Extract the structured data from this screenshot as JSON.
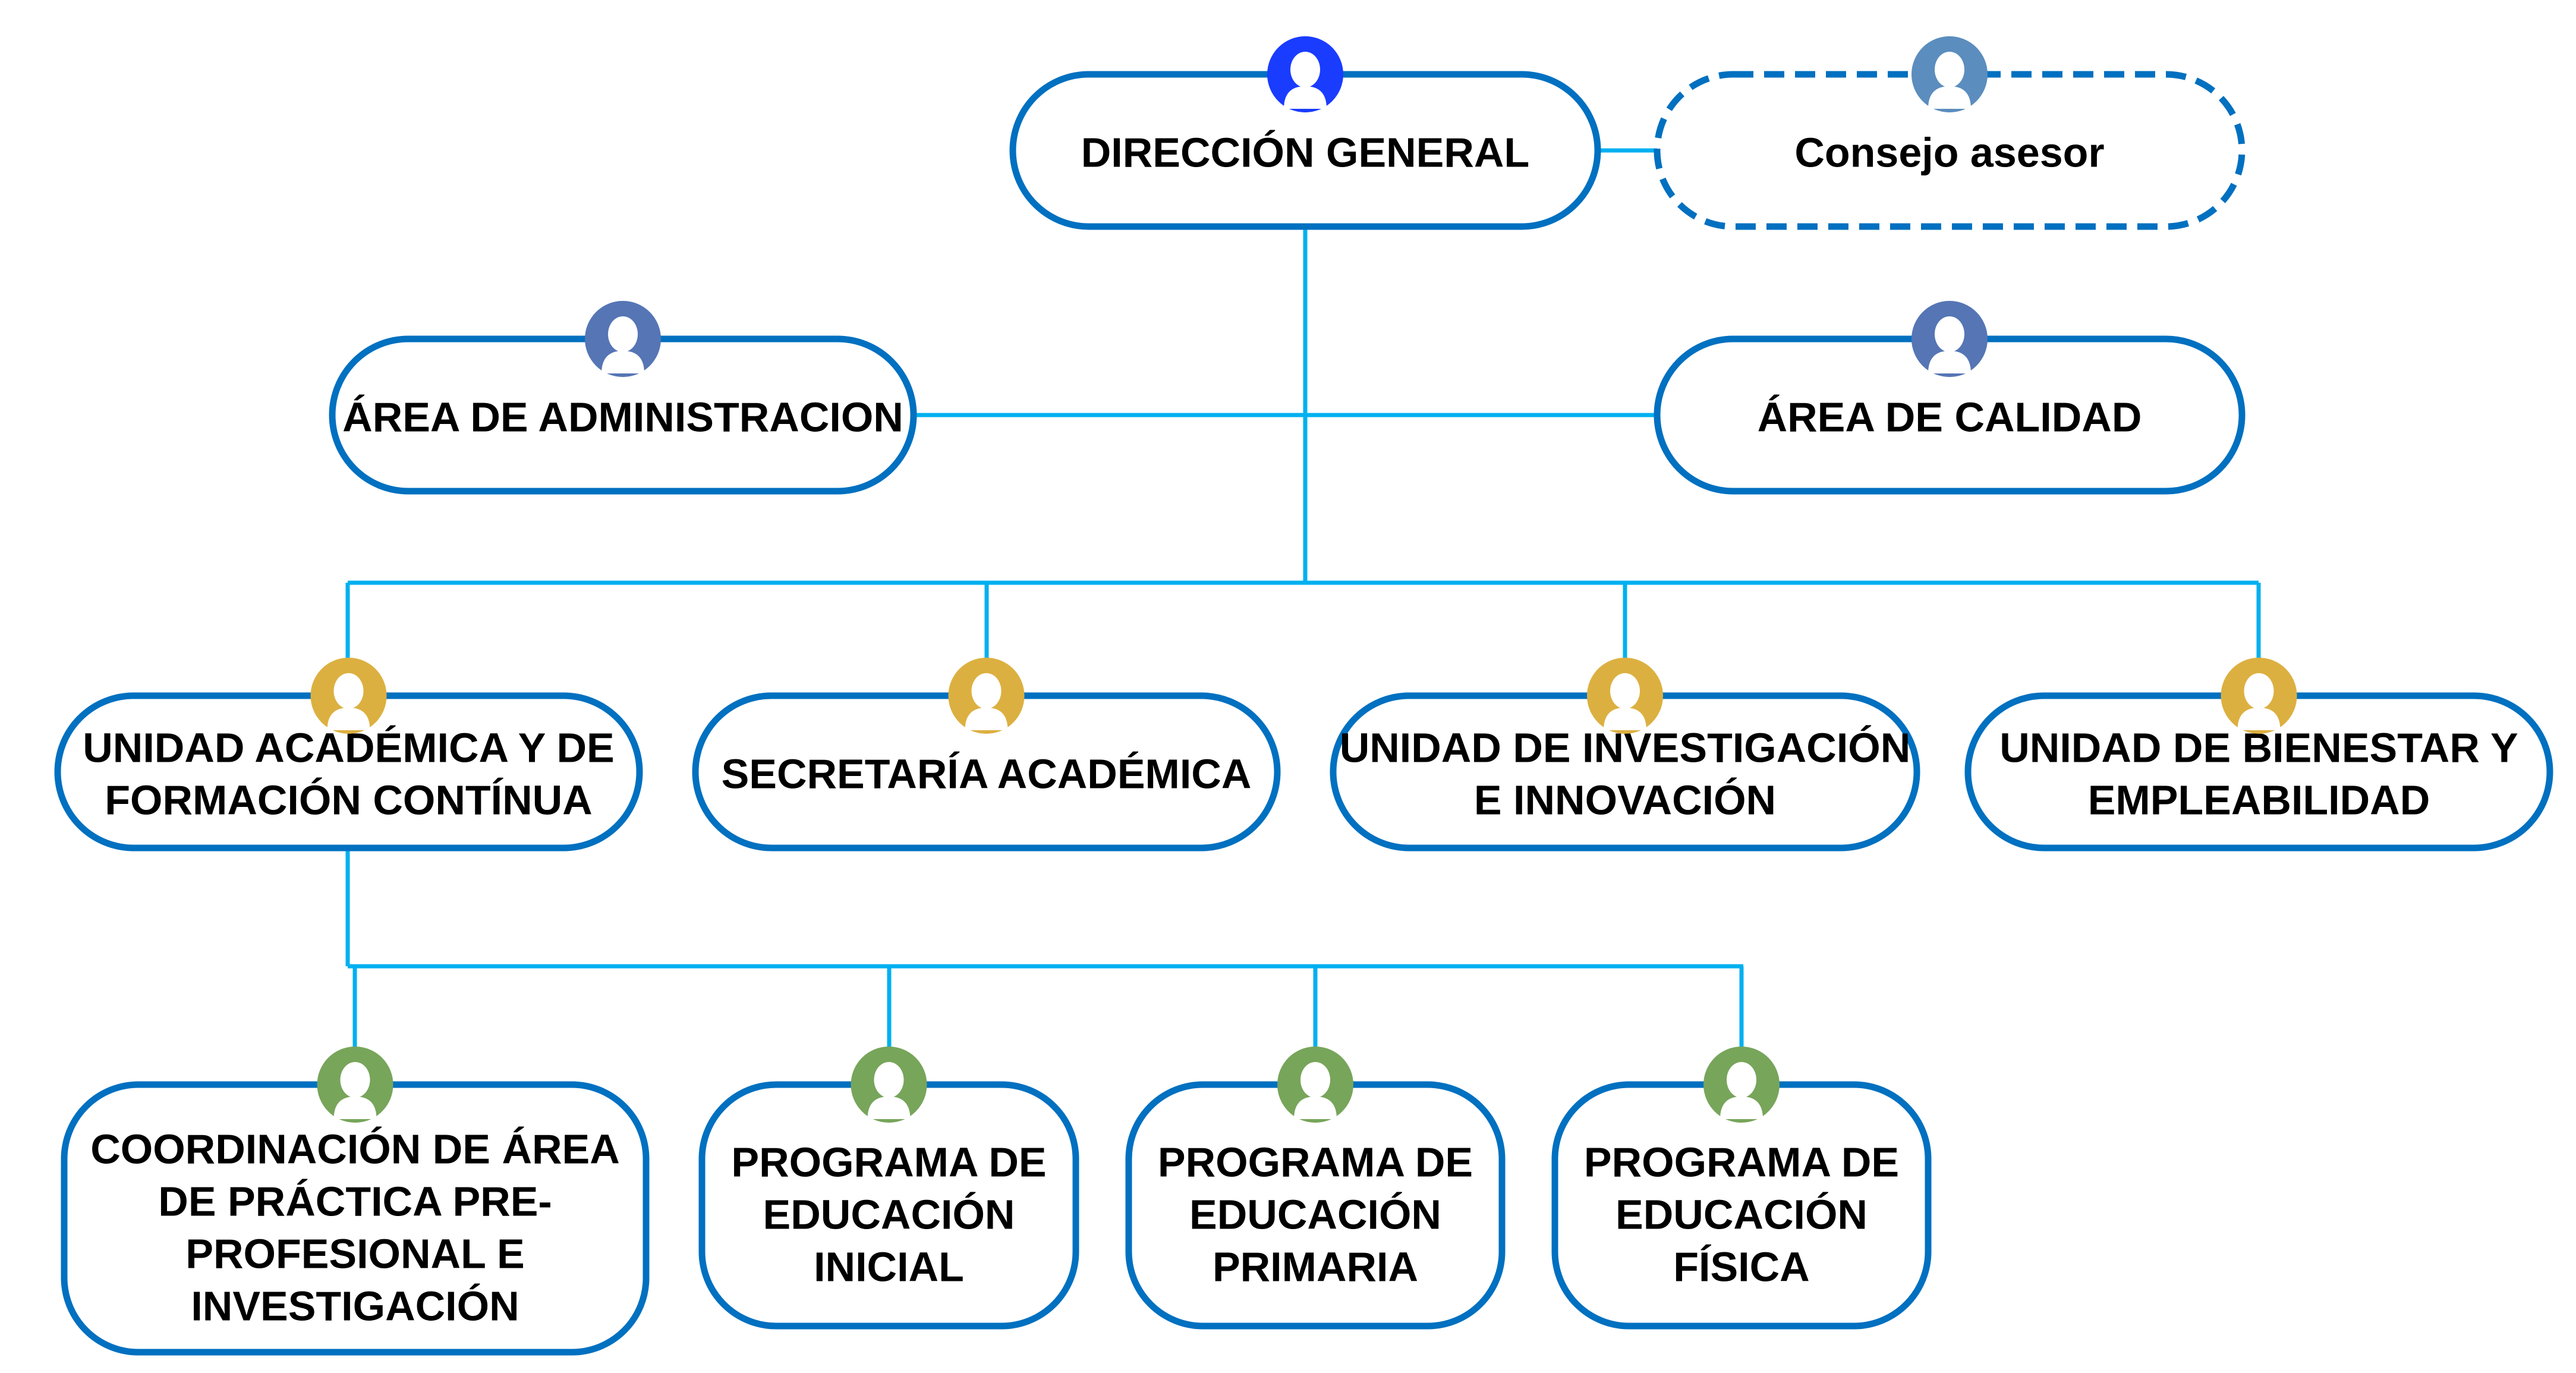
{
  "diagram": {
    "type": "org-chart",
    "colors": {
      "box_border": "#0070c0",
      "connector": "#00b0f0",
      "avatar_director": "#1a3cff",
      "avatar_council": "#5b8dbe",
      "avatar_area": "#5575b5",
      "avatar_unit": "#dcb040",
      "avatar_program": "#77a55a"
    },
    "nodes": [
      {
        "id": "direccion",
        "lines": [
          "DIRECCIÓN GENERAL"
        ],
        "level": "director",
        "parent": null
      },
      {
        "id": "consejo",
        "lines": [
          "Consejo asesor"
        ],
        "level": "council",
        "parent": "direccion",
        "style": "dashed"
      },
      {
        "id": "administracion",
        "lines": [
          "ÁREA DE ADMINISTRACION"
        ],
        "level": "area",
        "parent": "direccion"
      },
      {
        "id": "calidad",
        "lines": [
          "ÁREA DE CALIDAD"
        ],
        "level": "area",
        "parent": "direccion"
      },
      {
        "id": "academica",
        "lines": [
          "UNIDAD ACADÉMICA Y DE",
          "FORMACIÓN CONTÍNUA"
        ],
        "level": "unit",
        "parent": "direccion"
      },
      {
        "id": "secretaria",
        "lines": [
          "SECRETARÍA ACADÉMICA"
        ],
        "level": "unit",
        "parent": "direccion"
      },
      {
        "id": "investigacion",
        "lines": [
          "UNIDAD DE INVESTIGACIÓN",
          "E INNOVACIÓN"
        ],
        "level": "unit",
        "parent": "direccion"
      },
      {
        "id": "bienestar",
        "lines": [
          "UNIDAD DE BIENESTAR Y",
          "EMPLEABILIDAD"
        ],
        "level": "unit",
        "parent": "direccion"
      },
      {
        "id": "coordinacion",
        "lines": [
          "COORDINACIÓN DE ÁREA",
          "DE PRÁCTICA PRE-",
          "PROFESIONAL E",
          "INVESTIGACIÓN"
        ],
        "level": "program",
        "parent": "academica"
      },
      {
        "id": "inicial",
        "lines": [
          "PROGRAMA DE",
          "EDUCACIÓN",
          "INICIAL"
        ],
        "level": "program",
        "parent": "academica"
      },
      {
        "id": "primaria",
        "lines": [
          "PROGRAMA DE",
          "EDUCACIÓN",
          "PRIMARIA"
        ],
        "level": "program",
        "parent": "academica"
      },
      {
        "id": "fisica",
        "lines": [
          "PROGRAMA DE",
          "EDUCACIÓN",
          "FÍSICA"
        ],
        "level": "program",
        "parent": "academica"
      }
    ],
    "avatar_icon": "person-icon"
  }
}
